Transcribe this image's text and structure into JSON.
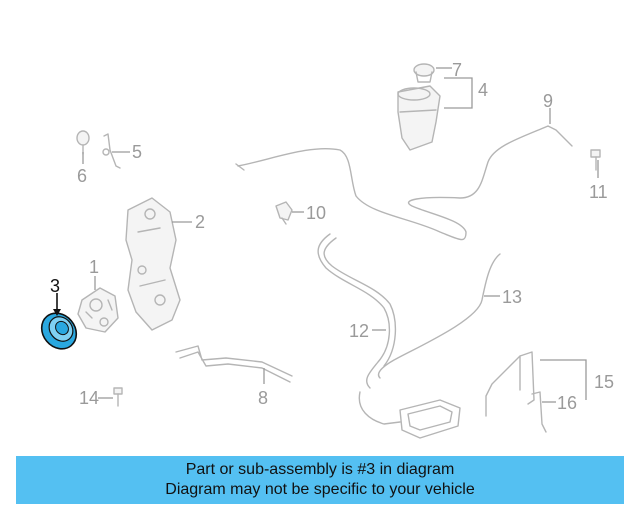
{
  "callouts": {
    "c1": "1",
    "c2": "2",
    "c3": "3",
    "c4": "4",
    "c5": "5",
    "c6": "6",
    "c7": "7",
    "c8": "8",
    "c9": "9",
    "c10": "10",
    "c11": "11",
    "c12": "12",
    "c13": "13",
    "c14": "14",
    "c15": "15",
    "c16": "16"
  },
  "highlight": {
    "part": "3",
    "color": "#2aa8e0"
  },
  "banner": {
    "line1": "Part or sub-assembly is #3 in diagram",
    "line2": "Diagram may not be specific to your vehicle",
    "color": "#54c0f2"
  }
}
